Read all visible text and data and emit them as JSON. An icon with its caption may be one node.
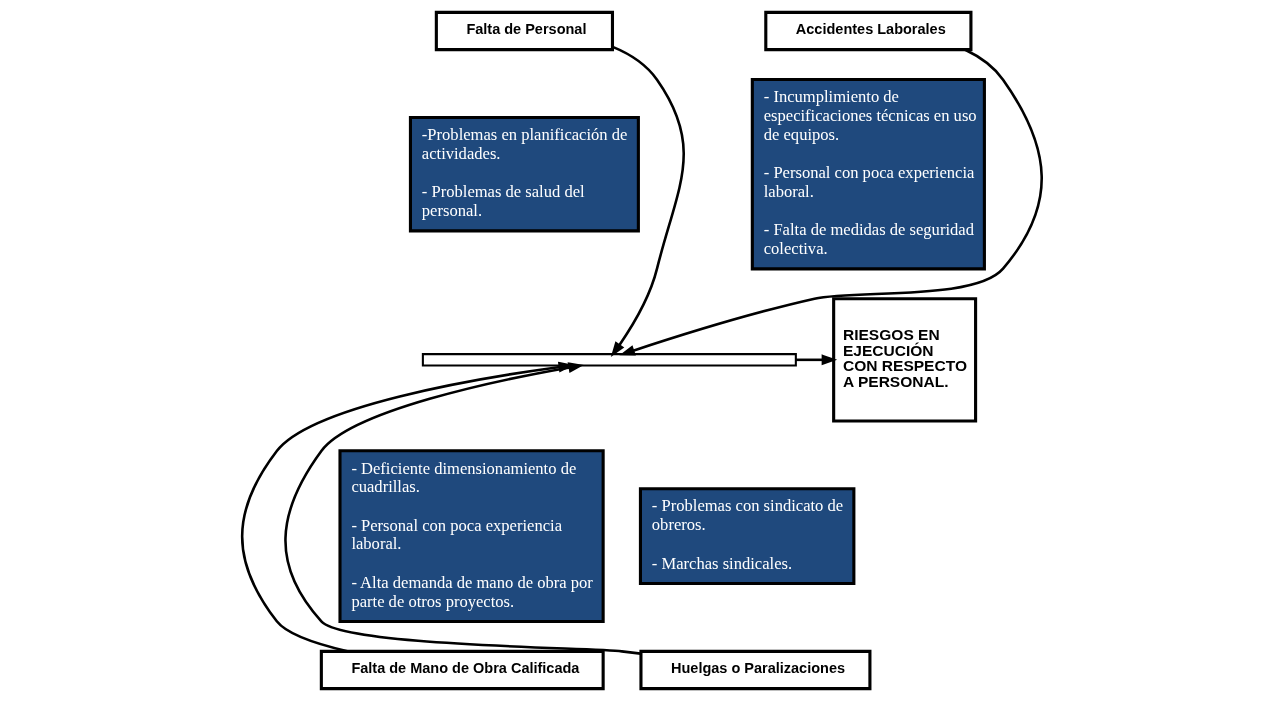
{
  "diagram": {
    "nodes": [
      {
        "text": [
          "Falta de Personal"
        ]
      },
      {
        "text": [
          "-Problemas en planificación de actividades.",
          "- Problemas de salud del personal."
        ]
      },
      {
        "text": [
          "Accidentes Laborales"
        ]
      },
      {
        "text": [
          "- Incumplimiento de especificaciones técnicas en uso de equipos.",
          "- Personal con poca experiencia laboral.",
          "- Falta de medidas de seguridad colectiva."
        ]
      },
      {
        "text": [
          "- Deficiente dimensionamiento de cuadrillas.",
          "- Personal con poca experiencia laboral.",
          "- Alta demanda de mano de obra por parte de otros proyectos."
        ]
      },
      {
        "text": [
          "Falta de Mano de Obra Calificada"
        ]
      },
      {
        "text": [
          "- Problemas con sindicato de obreros.",
          "- Marchas sindicales."
        ]
      },
      {
        "text": [
          "Huelgas o Paralizaciones"
        ]
      },
      {
        "text": [],
        "shape": "bar"
      },
      {
        "text": [
          "RIESGOS EN EJECUCIÓN CON RESPECTO A PERSONAL."
        ]
      }
    ],
    "edges": [
      {
        "from": 0,
        "to": 8,
        "arrow": "to"
      },
      {
        "from": 2,
        "to": 8,
        "arrow": "to"
      },
      {
        "from": 5,
        "to": 8,
        "arrow": "to"
      },
      {
        "from": 7,
        "to": 8,
        "arrow": "to"
      },
      {
        "from": 8,
        "to": 9,
        "arrow": "to"
      }
    ]
  }
}
